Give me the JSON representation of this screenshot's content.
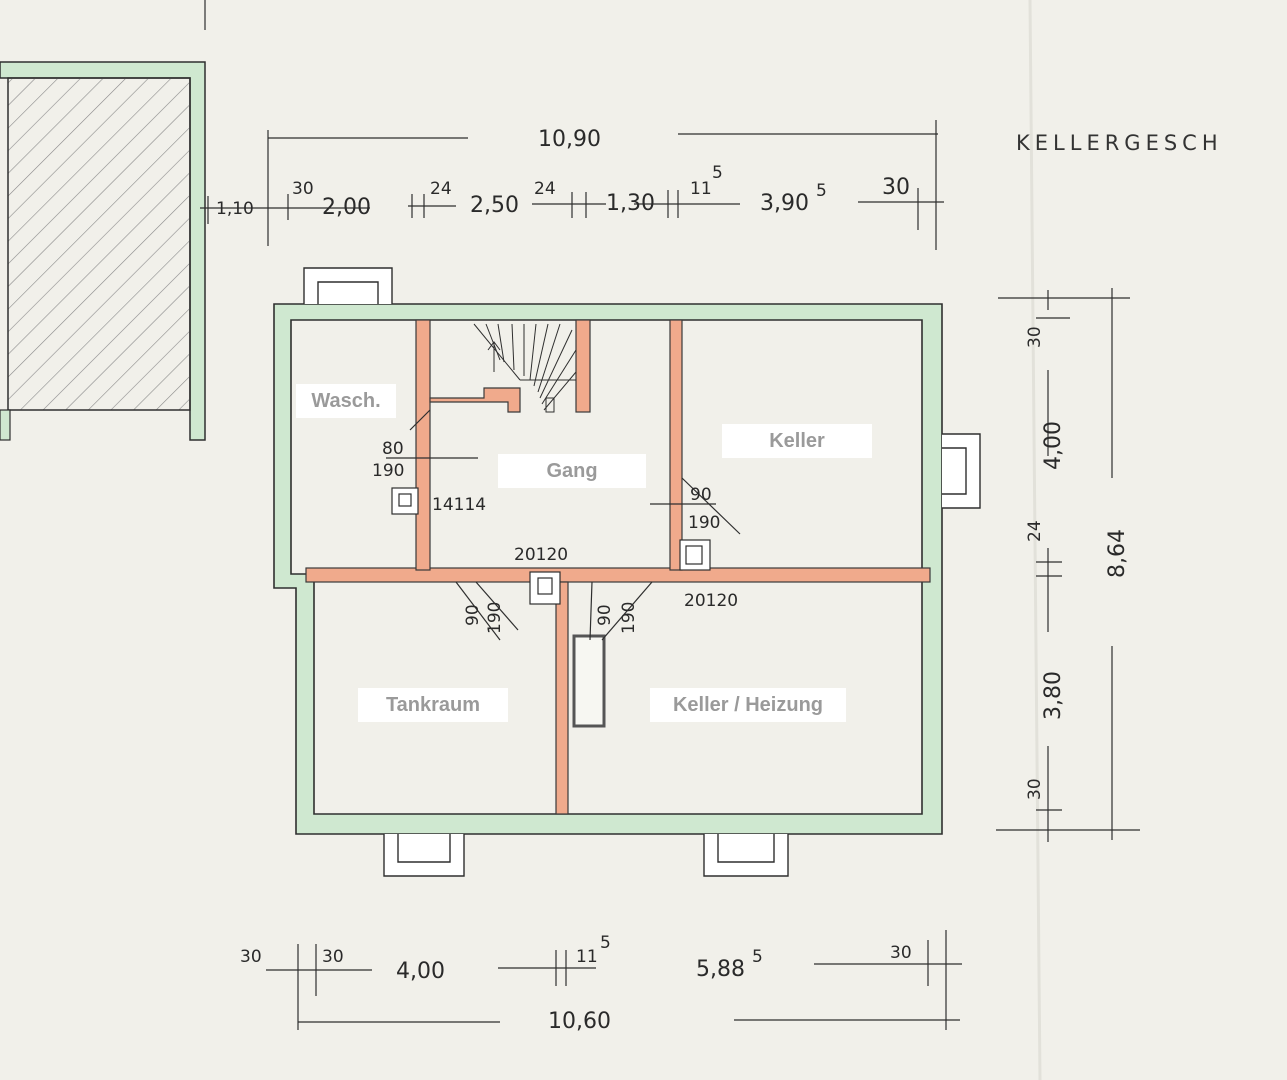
{
  "title": "KELLERGESCH",
  "rooms": {
    "wasch": "Wasch.",
    "gang": "Gang",
    "keller": "Keller",
    "tankraum": "Tankraum",
    "heizung": "Keller / Heizung"
  },
  "dims_top": {
    "total": "10,90",
    "d1": "1,10",
    "d2": "30",
    "d3": "2,00",
    "d4": "24",
    "d5": "2,50",
    "d6": "24",
    "d7": "1,30",
    "d8": "11",
    "d8_sup": "5",
    "d9": "3,90",
    "d9_sup": "5",
    "d10": "30"
  },
  "dims_bottom": {
    "d1": "30",
    "d2": "30",
    "d3": "4,00",
    "d4": "11",
    "d4_sup": "5",
    "d5": "5,88",
    "d5_sup": "5",
    "d6": "30",
    "total": "10,60"
  },
  "dims_right": {
    "d1": "30",
    "d2": "4,00",
    "d3": "24",
    "d4": "3,80",
    "d5": "30",
    "total": "8,64"
  },
  "door_labels": {
    "wasch_w": "80",
    "wasch_h": "190",
    "chimney": "14114",
    "keller_w": "90",
    "keller_h": "190",
    "vent1": "20120",
    "vent2": "20120",
    "tank_w": "90",
    "tank_h": "190",
    "heiz_w": "90",
    "heiz_h": "190"
  }
}
